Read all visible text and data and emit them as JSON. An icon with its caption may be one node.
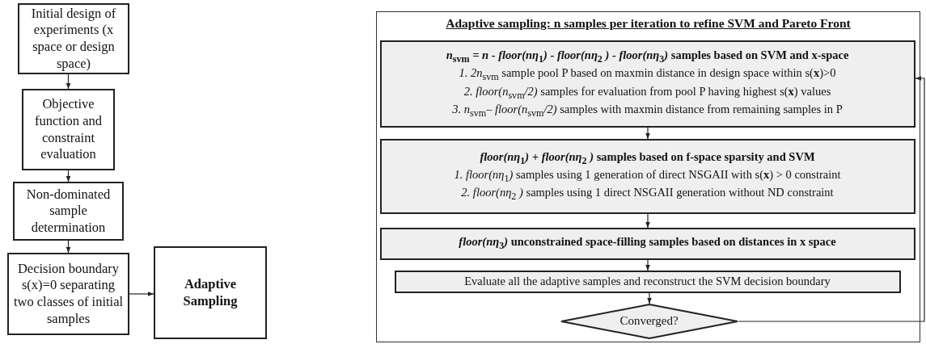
{
  "diagram": {
    "nodes": [
      {
        "text": [
          "Initial design of experiments (x space or design space)"
        ]
      },
      {
        "text": [
          "Objective function and constraint evaluation"
        ]
      },
      {
        "text": [
          "Non-dominated sample determination"
        ]
      },
      {
        "text": [
          "Decision boundary s(x)=0 separating two classes of initial samples"
        ]
      },
      {
        "text": [
          "Adaptive Sampling"
        ]
      },
      {
        "text": [
          "Adaptive sampling: n samples per iteration to refine SVM and Pareto Front"
        ]
      },
      {
        "text": [
          "*n*$_{svm}$ *= n - floor(nη*$_{1}$*) - floor(nη*$_{2}$ *) - floor(nη*$_{3}$*)* samples based on SVM and x-space",
          "*1.   2n*$_{svm}$ sample pool P based on maxmin distance in design space within s(**x**)>0",
          "*2.   floor(n*$_{svm}$*/2)* samples for evaluation from pool P having highest s(**x**) values",
          "*3.   n*$_{svm}$*– floor(n*$_{svm}$*/2)*  samples with maxmin distance from remaining samples in P"
        ],
        "in": 5
      },
      {
        "text": [
          "*floor(nη*$_{1}$*) + floor(nη*$_{2}$ *)*  samples based on f-space sparsity and SVM",
          "*1.   floor(nη*$_{1}$*)*  samples using 1 generation of direct NSGAII with s(**x**) > 0 constraint",
          "*2.   floor(nη*$_{2}$ *)* samples using 1 direct NSGAII generation without ND constraint"
        ],
        "in": 5
      },
      {
        "text": [
          "*floor(nη*$_{3}$*)*  unconstrained space-filling samples based on distances in x space"
        ],
        "in": 5
      },
      {
        "text": [
          "Evaluate all the adaptive samples and reconstruct the SVM decision boundary"
        ],
        "in": 5
      },
      {
        "text": [
          "Converged?"
        ],
        "in": 5
      }
    ],
    "edges": [
      {
        "from": 0,
        "to": 1,
        "arrow": "to"
      },
      {
        "from": 1,
        "to": 2,
        "arrow": "to"
      },
      {
        "from": 2,
        "to": 3,
        "arrow": "to"
      },
      {
        "from": 3,
        "to": 4,
        "arrow": "to"
      },
      {
        "from": 6,
        "to": 7,
        "arrow": "to"
      },
      {
        "from": 7,
        "to": 8,
        "arrow": "to"
      },
      {
        "from": 8,
        "to": 9,
        "arrow": "to"
      },
      {
        "from": 9,
        "to": 10,
        "arrow": "to"
      },
      {
        "from": 10,
        "to": 6,
        "arrow": "to"
      }
    ]
  }
}
